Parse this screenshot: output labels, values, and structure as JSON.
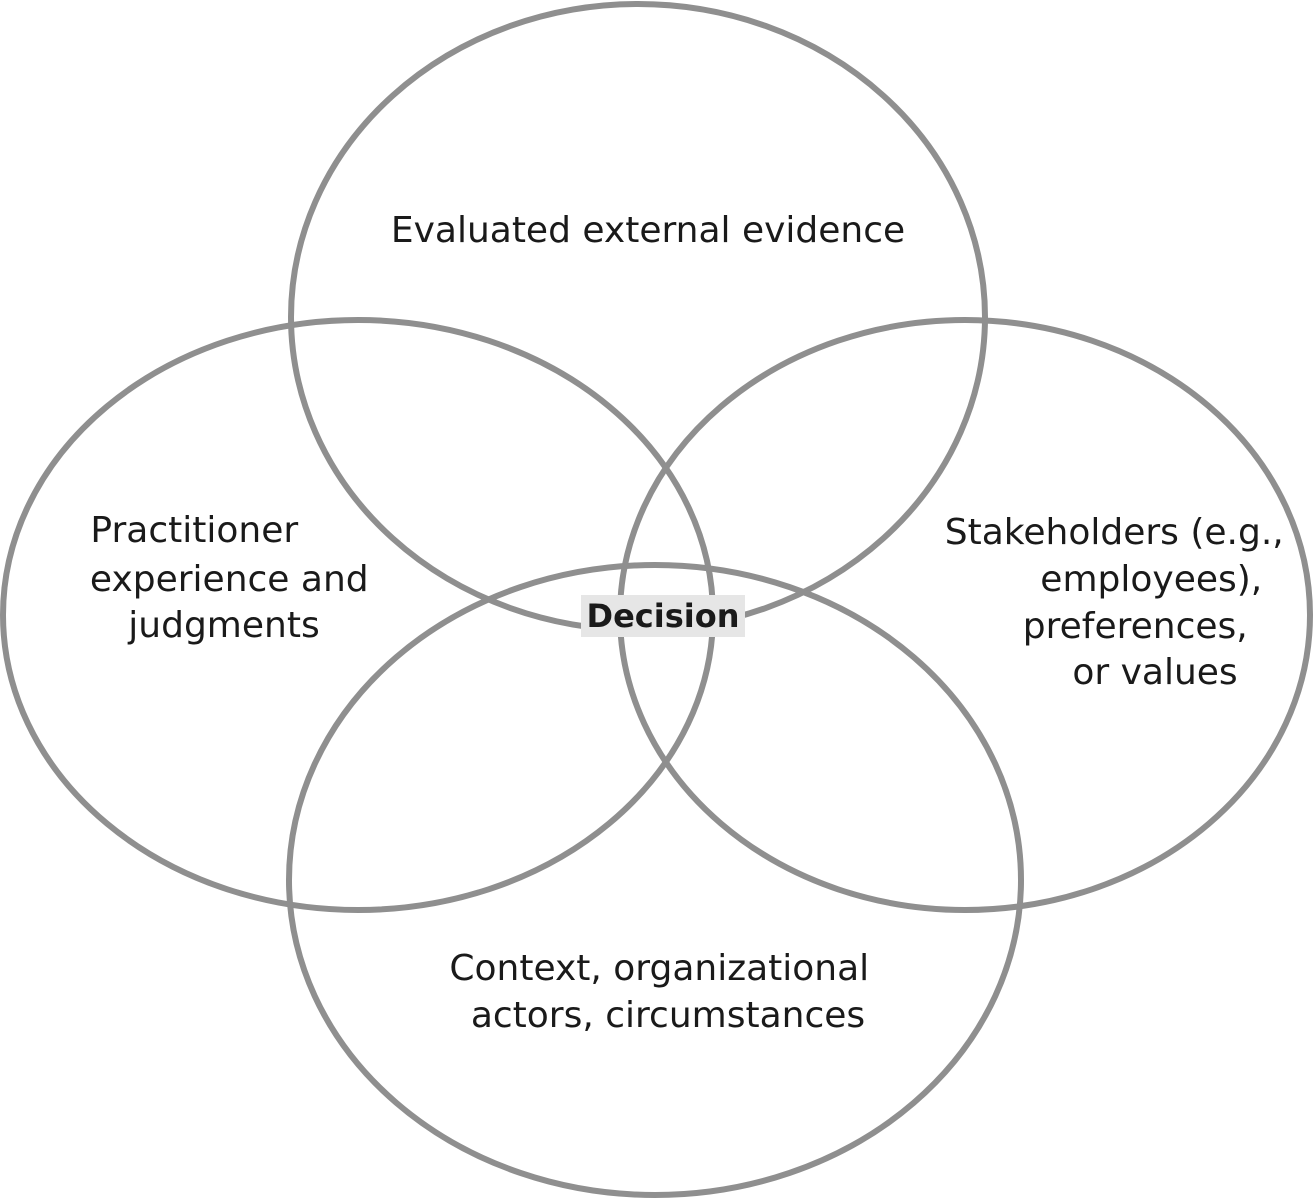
{
  "diagram": {
    "circles": [
      {
        "name": "circle-evaluated-evidence",
        "lines": [
          "Evaluated external evidence"
        ]
      },
      {
        "name": "circle-practitioner",
        "lines": [
          "Practitioner",
          "experience and",
          "judgments"
        ]
      },
      {
        "name": "circle-stakeholders",
        "lines": [
          "Stakeholders (e.g.,",
          "employees),",
          "preferences,",
          "or values"
        ]
      },
      {
        "name": "circle-context",
        "lines": [
          "Context, organizational",
          "actors, circumstances"
        ]
      }
    ],
    "center_label": "Decision",
    "colors": {
      "stroke": "#8f8f8f",
      "text": "#1a1a1a",
      "center_highlight": "#e6e6e6"
    }
  }
}
